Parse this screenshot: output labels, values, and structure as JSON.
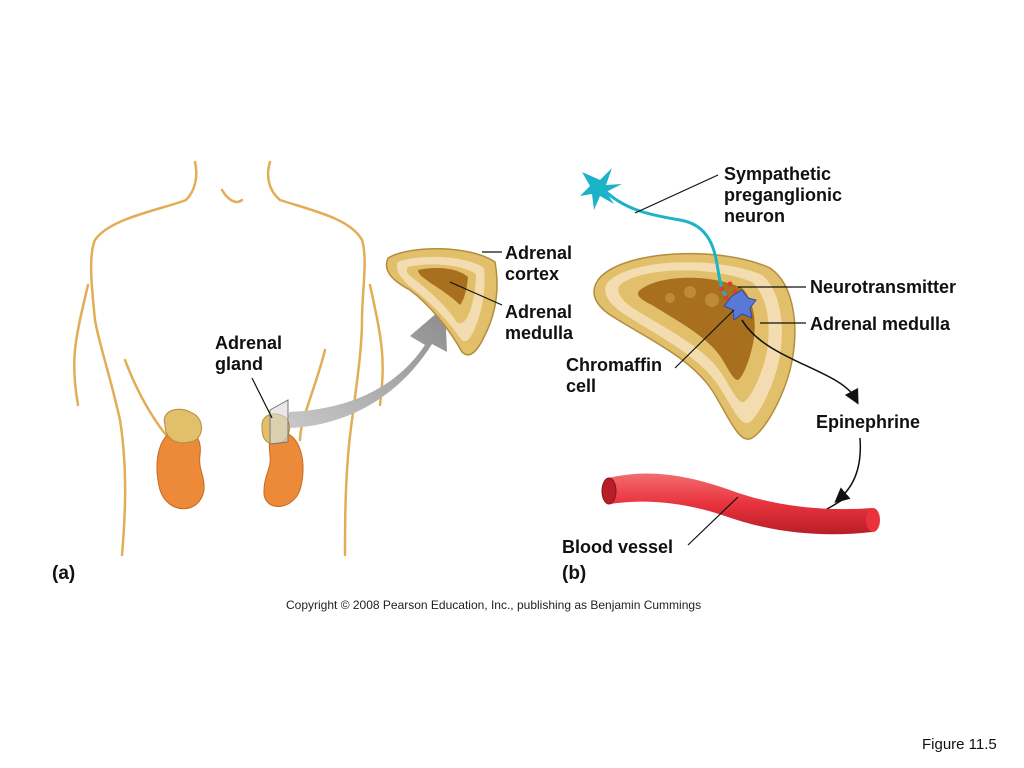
{
  "panel_a": {
    "letter": "(a)",
    "label_adrenal_gland": "Adrenal\ngland",
    "label_adrenal_cortex": "Adrenal\ncortex",
    "label_adrenal_medulla": "Adrenal\nmedulla"
  },
  "panel_b": {
    "letter": "(b)",
    "label_sympathetic_neuron": "Sympathetic\npreganglionic\nneuron",
    "label_neurotransmitter": "Neurotransmitter",
    "label_adrenal_medulla": "Adrenal medulla",
    "label_chromaffin_cell": "Chromaffin\ncell",
    "label_epinephrine": "Epinephrine",
    "label_blood_vessel": "Blood vessel"
  },
  "copyright": "Copyright © 2008 Pearson Education, Inc., publishing as Benjamin Cummings",
  "figure_label": "Figure 11.5",
  "colors": {
    "body_outline": "#e3ad55",
    "kidney": "#ec8a3a",
    "gland_tan": "#e2c06b",
    "cortex_light": "#f3ddb0",
    "medulla_brown": "#a86f1e",
    "neuron": "#1cb3c9",
    "chromaffin": "#5a78d6",
    "vessel_red": "#e8333d",
    "arrow_gray": "#9a9a9a"
  }
}
